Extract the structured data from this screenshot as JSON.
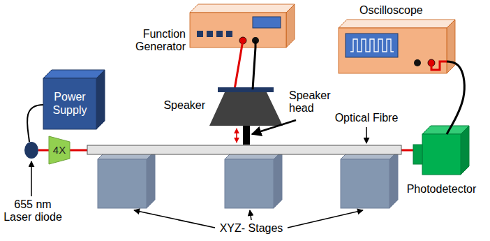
{
  "diagram": {
    "nodes": [
      {
        "text": [
          "Power Supply"
        ]
      },
      {
        "text": [
          "4X"
        ]
      },
      {
        "text": [
          "Function Generator"
        ]
      },
      {
        "text": [
          "Oscilloscope"
        ]
      },
      {
        "text": [
          "Speaker"
        ]
      },
      {
        "text": [
          "Photodetector"
        ]
      }
    ],
    "edges": [
      {
        "from": 2,
        "to": 4,
        "arrow": "none"
      },
      {
        "from": 3,
        "to": 5,
        "arrow": "none"
      }
    ],
    "labels": [
      "655 nm Laser diode",
      "Speaker head",
      "Optical Fibre",
      "XYZ- Stages"
    ]
  }
}
